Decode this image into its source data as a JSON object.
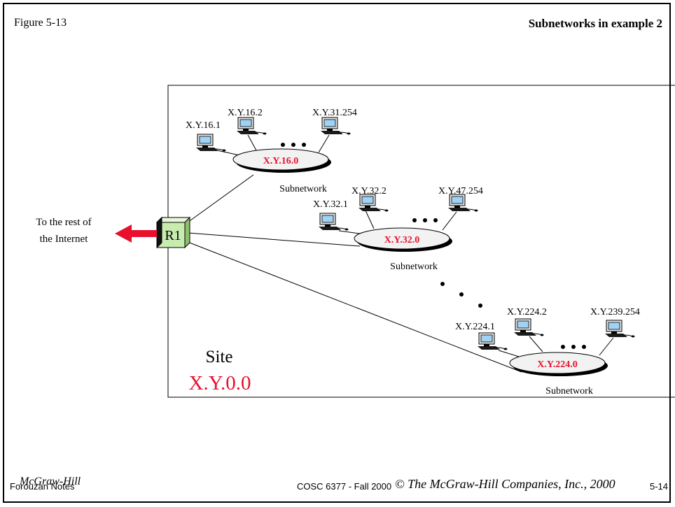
{
  "slide": {
    "figure_number": "Figure 5-13",
    "title": "Subnetworks in example 2"
  },
  "internet_label": [
    "To the rest of",
    "the Internet"
  ],
  "router": {
    "label": "R1"
  },
  "site": {
    "label": "Site",
    "address": "X.Y.0.0"
  },
  "subnets": [
    {
      "address": "X.Y.16.0",
      "caption": "Subnetwork",
      "hosts": [
        "X.Y.16.1",
        "X.Y.16.2",
        "X.Y.31.254"
      ]
    },
    {
      "address": "X.Y.32.0",
      "caption": "Subnetwork",
      "hosts": [
        "X.Y.32.1",
        "X.Y.32.2",
        "X.Y.47.254"
      ]
    },
    {
      "address": "X.Y.224.0",
      "caption": "Subnetwork",
      "hosts": [
        "X.Y.224.1",
        "X.Y.224.2",
        "X.Y.239.254"
      ]
    }
  ],
  "footer": {
    "publisher": "McGraw-Hill",
    "notes": "Forouzan Notes",
    "course": "COSC 6377 - Fall 2000",
    "copyright": "© The McGraw-Hill Companies, Inc., 2000",
    "page": "5-14"
  },
  "colors": {
    "accent_red": "#e8112d",
    "router_green": "#c8ecb0",
    "subnet_fill": "#f2f2f2",
    "monitor_screen": "#9fd3f5"
  }
}
